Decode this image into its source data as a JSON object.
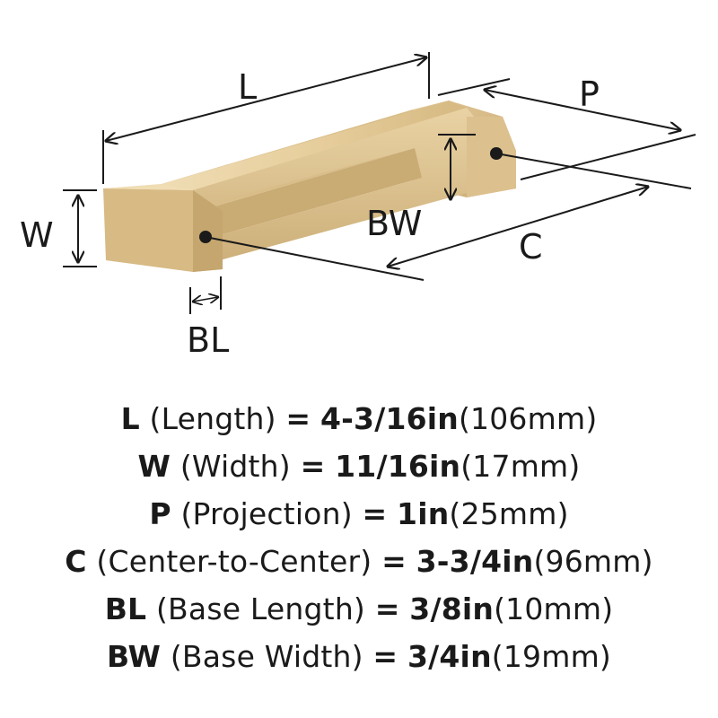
{
  "diagram_labels": {
    "length": "L",
    "width": "W",
    "projection": "P",
    "center": "C",
    "base_length": "BL",
    "base_width": "BW"
  },
  "specs": [
    {
      "symbol": "L",
      "name": "(Length)",
      "eq": "=",
      "value": "4-3/16in",
      "metric": "(106mm)"
    },
    {
      "symbol": "W",
      "name": "(Width)",
      "eq": "=",
      "value": "11/16in",
      "metric": "(17mm)"
    },
    {
      "symbol": "P",
      "name": "(Projection)",
      "eq": "=",
      "value": "1in",
      "metric": "(25mm)"
    },
    {
      "symbol": "C",
      "name": "(Center-to-Center)",
      "eq": "=",
      "value": "3-3/4in",
      "metric": "(96mm)"
    },
    {
      "symbol": "BL",
      "name": "(Base Length)",
      "eq": "=",
      "value": "3/8in",
      "metric": "(10mm)"
    },
    {
      "symbol": "BW",
      "name": "(Base Width)",
      "eq": "=",
      "value": "3/4in",
      "metric": "(19mm)"
    }
  ],
  "colors": {
    "brass_light": "#eed9ad",
    "brass_mid": "#d8bb86",
    "brass_dark": "#b89a65",
    "line": "#1a1a1a"
  }
}
